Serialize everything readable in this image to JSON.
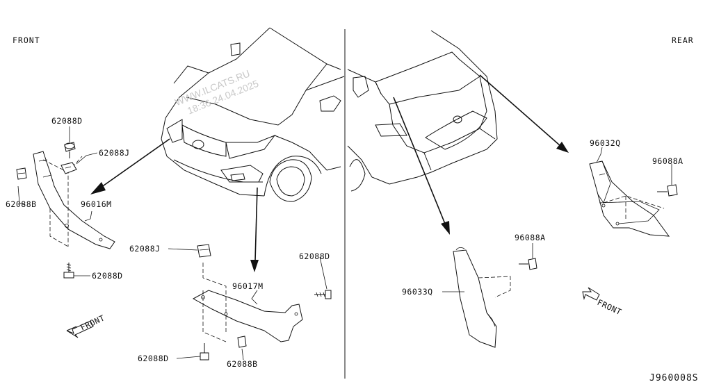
{
  "headers": {
    "front": "FRONT",
    "rear": "REAR"
  },
  "watermark": {
    "line1": "WWW.ILCATS.RU",
    "line2": "18:36 24.04.2025"
  },
  "diagram_code": "J960008S",
  "direction_labels": {
    "front_left": "FRONT",
    "front_right": "FRONT"
  },
  "callouts": {
    "c1": "62088D",
    "c2": "62088J",
    "c3": "62088B",
    "c4": "96016M",
    "c5": "62088D",
    "c6": "62088J",
    "c7": "96017M",
    "c8": "62088D",
    "c9": "62088D",
    "c10": "62088B",
    "c11": "96032Q",
    "c12": "96088A",
    "c13": "96088A",
    "c14": "96033Q"
  }
}
